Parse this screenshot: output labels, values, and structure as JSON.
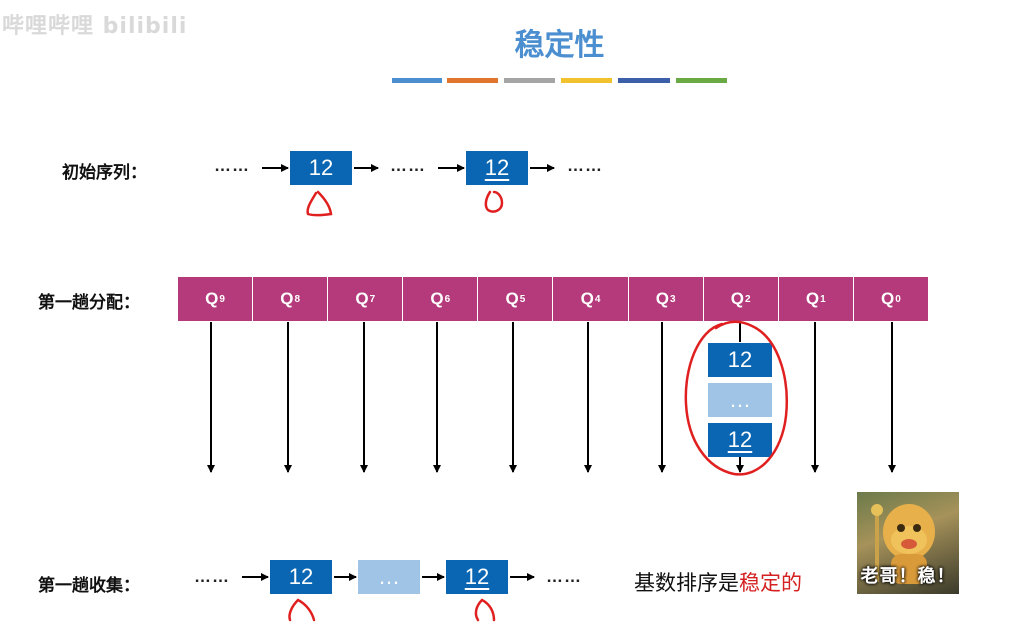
{
  "watermark": "哔哩哔哩 bilibili",
  "title": "稳定性",
  "color_bar": [
    "#4b8fd0",
    "#e0752d",
    "#a5a5a5",
    "#f2c12e",
    "#3b5fa8",
    "#6aaa44"
  ],
  "rows": {
    "initial_label": "初始序列：",
    "distribute_label": "第一趟分配：",
    "collect_label": "第一趟收集："
  },
  "ellipsis": "……",
  "box_value": "12",
  "middle_ellipsis": "…",
  "queues": [
    {
      "name": "Q",
      "sub": "9"
    },
    {
      "name": "Q",
      "sub": "8"
    },
    {
      "name": "Q",
      "sub": "7"
    },
    {
      "name": "Q",
      "sub": "6"
    },
    {
      "name": "Q",
      "sub": "5"
    },
    {
      "name": "Q",
      "sub": "4"
    },
    {
      "name": "Q",
      "sub": "3"
    },
    {
      "name": "Q",
      "sub": "2"
    },
    {
      "name": "Q",
      "sub": "1"
    },
    {
      "name": "Q",
      "sub": "0"
    }
  ],
  "conclusion": {
    "prefix": "基数排序是",
    "highlight": "稳定的",
    "highlight_color": "#d42020"
  },
  "meme_caption": "老哥！稳！"
}
